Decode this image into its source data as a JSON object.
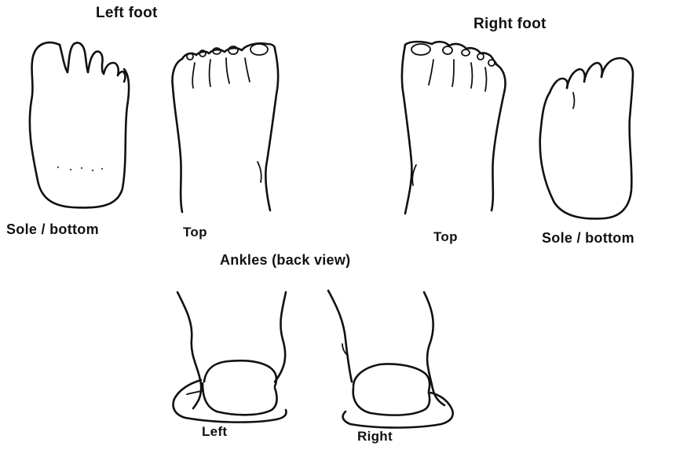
{
  "labels": {
    "left_foot": "Left foot",
    "right_foot": "Right foot",
    "left_sole": "Sole / bottom",
    "left_top": "Top",
    "right_top": "Top",
    "right_sole": "Sole / bottom",
    "ankles": "Ankles (back view)",
    "ankle_left": "Left",
    "ankle_right": "Right"
  },
  "colors": {
    "ink": "#111111",
    "background": "#ffffff"
  }
}
